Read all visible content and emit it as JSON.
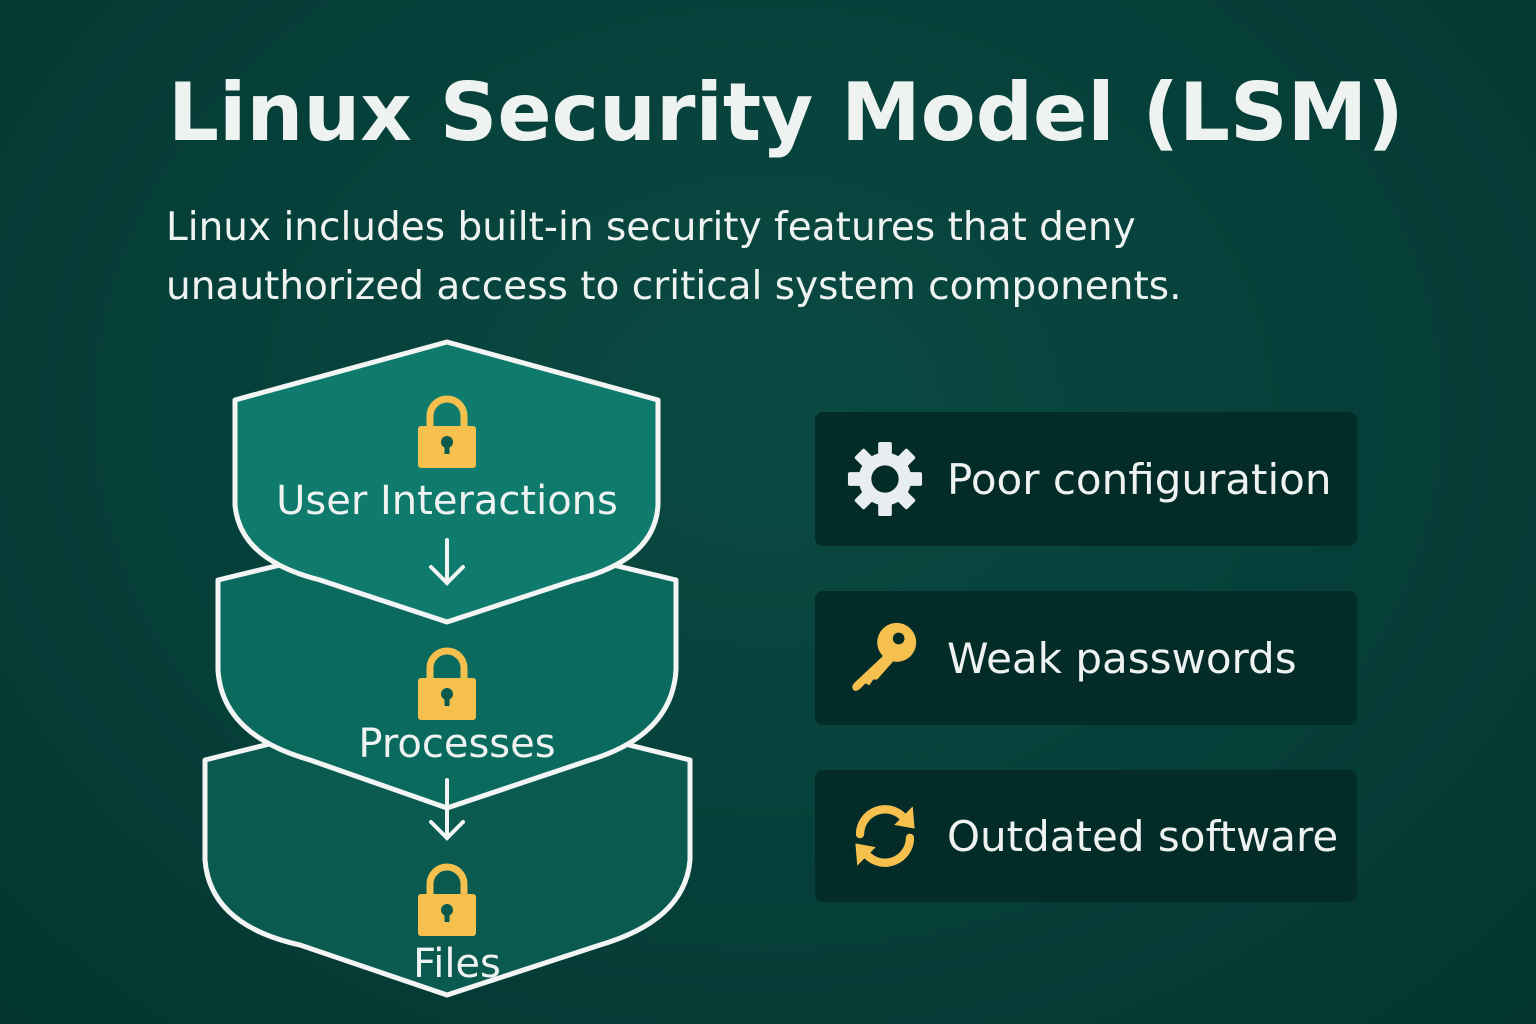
{
  "header": {
    "title": "Linux Security Model (LSM)",
    "subtitle_lines": [
      "Linux includes built-in security features that deny",
      "unauthorized access to critical system components."
    ]
  },
  "layers": [
    {
      "label": "User Interactions",
      "icon": "lock-icon"
    },
    {
      "label": "Processes",
      "icon": "lock-icon"
    },
    {
      "label": "Files",
      "icon": "lock-icon"
    }
  ],
  "risks": [
    {
      "label": "Poor configuration",
      "icon": "gear-icon"
    },
    {
      "label": "Weak passwords",
      "icon": "key-icon"
    },
    {
      "label": "Outdated software",
      "icon": "refresh-icon"
    }
  ],
  "colors": {
    "background": "#06403a",
    "layer_top": "#0e7b6d",
    "layer_mid": "#0a6a5e",
    "layer_bottom": "#0a5a50",
    "accent_yellow": "#f6c04f",
    "card": "#032b27"
  }
}
